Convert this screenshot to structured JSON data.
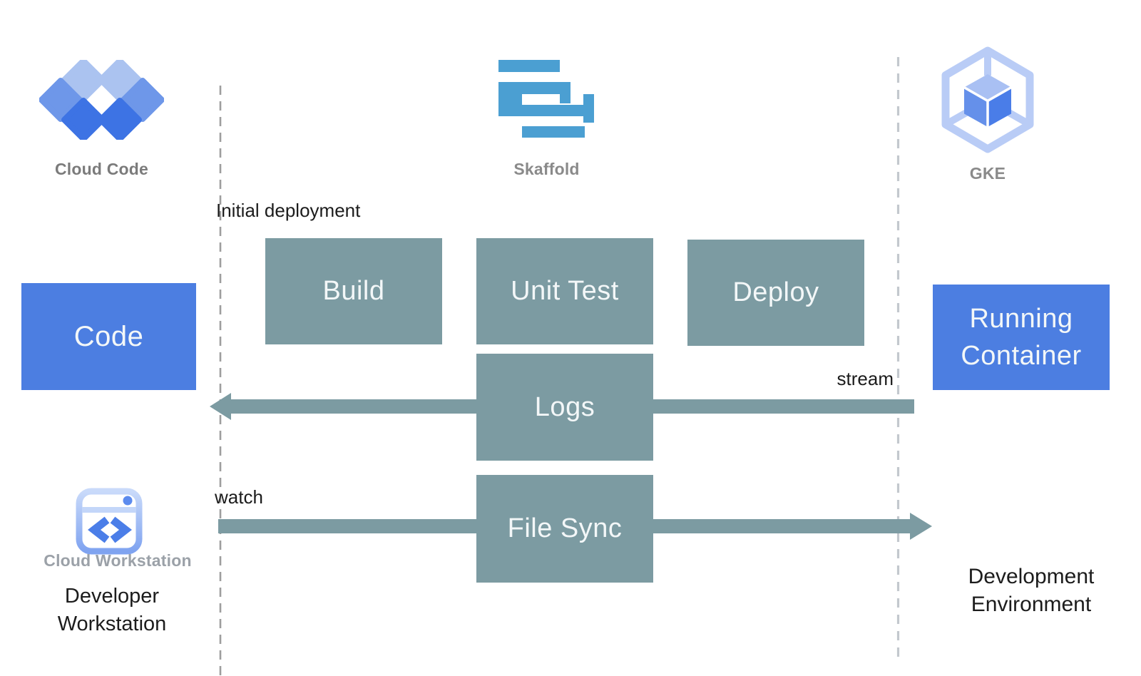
{
  "colors": {
    "process_box_fill": "#7C9BA2",
    "artifact_box_fill": "#4C7EE1",
    "box_text": "#F3F7F8",
    "skaffold_blue": "#4B9FD2",
    "cloud_code_light": "#ABC3F0",
    "cloud_code_mid": "#6E97E9",
    "cloud_code_dark": "#3D73E4",
    "gke_outline": "#B9CCF6",
    "gke_cube_top": "#A9C0F3",
    "gke_cube_left": "#6590EA",
    "gke_cube_right": "#4A7DE8",
    "workstation_accent": "#4B7EE8",
    "workstation_border_top": "#C9DAFA",
    "workstation_border_bottom": "#7FA3F0",
    "dashed_line_left": "#9E9E9E",
    "dashed_line_right": "#C3C8CE",
    "icon_label_gray": "#7B7B7B",
    "workstation_label_gray": "#9BA1A8",
    "caption_black": "#1C1C1C"
  },
  "icons": {
    "cloud_code": {
      "label": "Cloud Code"
    },
    "skaffold": {
      "label": "Skaffold"
    },
    "gke": {
      "label": "GKE"
    },
    "cloud_workstation": {
      "label": "Cloud Workstation"
    }
  },
  "nodes": {
    "code": {
      "label": "Code"
    },
    "build": {
      "label": "Build"
    },
    "unit_test": {
      "label": "Unit Test"
    },
    "deploy": {
      "label": "Deploy"
    },
    "logs": {
      "label": "Logs"
    },
    "file_sync": {
      "label": "File Sync"
    },
    "running_container": {
      "line1": "Running",
      "line2": "Container"
    }
  },
  "annotations": {
    "initial_deployment": "Initial deployment",
    "watch": "watch",
    "stream": "stream"
  },
  "captions": {
    "developer_workstation": {
      "line1": "Developer",
      "line2": "Workstation"
    },
    "development_environment": {
      "line1": "Development",
      "line2": "Environment"
    }
  }
}
